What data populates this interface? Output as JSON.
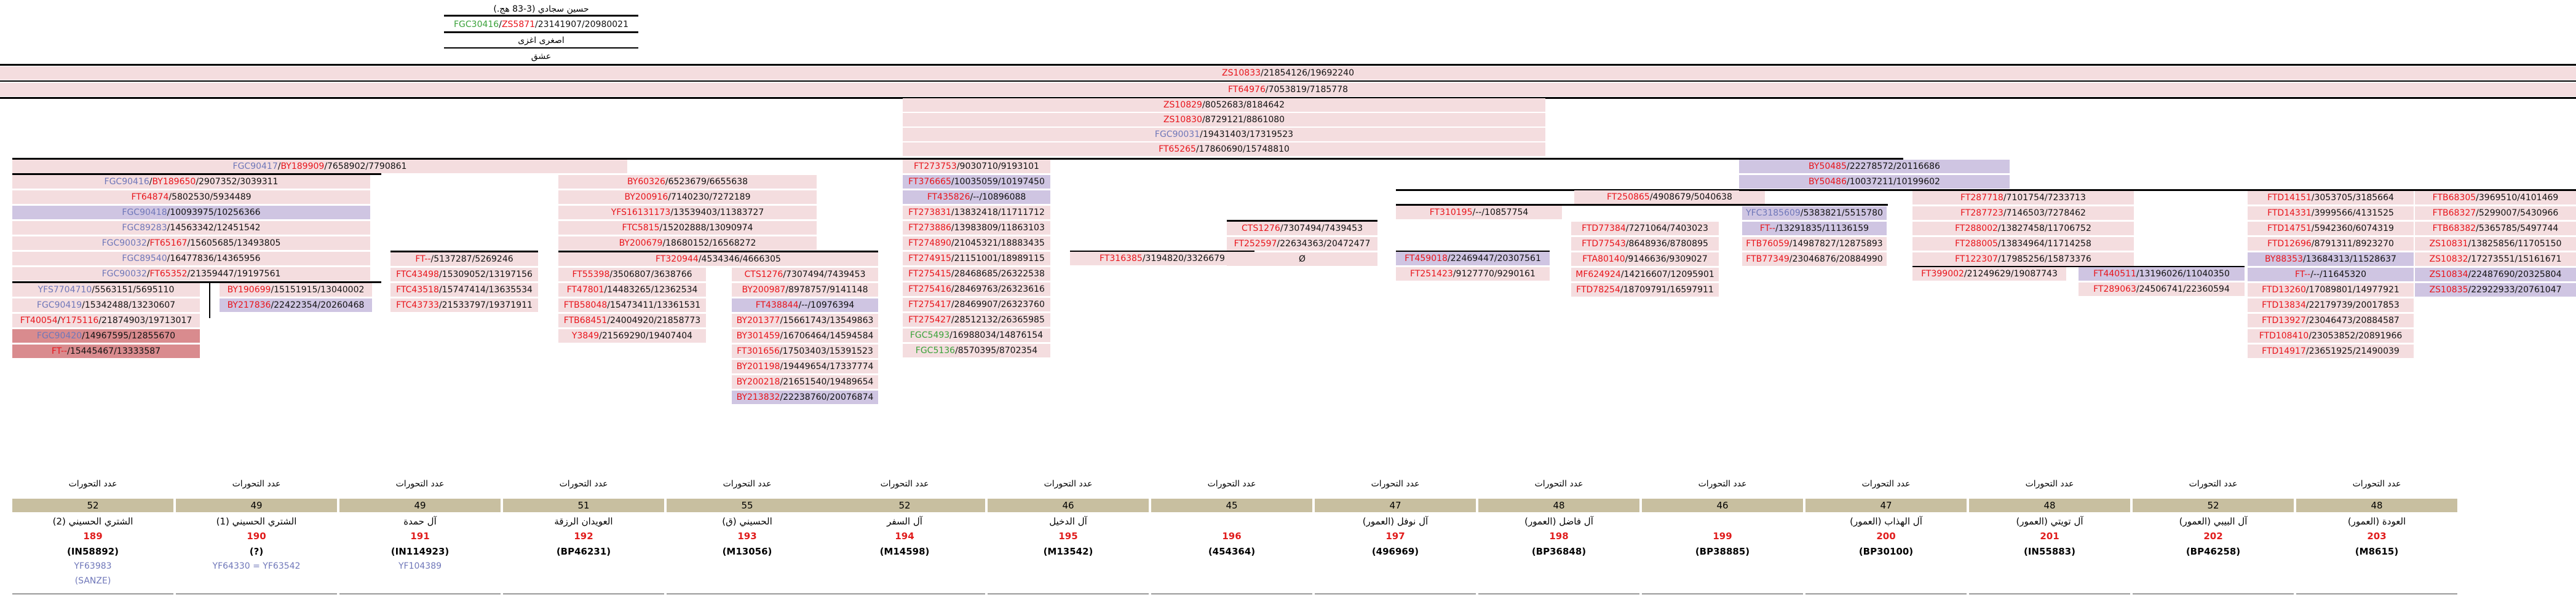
{
  "header": {
    "name": "حسين سجادي (3-83 هج.)",
    "line2": [
      {
        "t": "FGC30416",
        "c": "green"
      },
      {
        "t": "/",
        "c": "black"
      },
      {
        "t": "ZS5871",
        "c": "red"
      },
      {
        "t": "/23141907/20980021",
        "c": "black"
      }
    ],
    "line3": "اصغری اغزی",
    "line4": "عشق",
    "line5": [
      {
        "t": "ZS10833",
        "c": "red"
      },
      {
        "t": "/21854126/19692240",
        "c": "black"
      }
    ],
    "line6": [
      {
        "t": "FT64976",
        "c": "red"
      },
      {
        "t": "/7053819/7185778",
        "c": "black"
      }
    ]
  },
  "center_block": [
    [
      {
        "t": "ZS10829",
        "c": "red"
      },
      {
        "t": "/8052683/8184642",
        "c": "black"
      }
    ],
    [
      {
        "t": "ZS10830",
        "c": "red"
      },
      {
        "t": "/8729121/8861080",
        "c": "black"
      }
    ],
    [
      {
        "t": "FGC90031",
        "c": "blue"
      },
      {
        "t": "/19431403/17319523",
        "c": "black"
      }
    ],
    [
      {
        "t": "FT65265",
        "c": "red"
      },
      {
        "t": "/17860690/15748810",
        "c": "black"
      }
    ]
  ],
  "col1": [
    [
      {
        "t": "FGC90416",
        "c": "blue"
      },
      {
        "t": "/",
        "c": "black"
      },
      {
        "t": "BY189650",
        "c": "red"
      },
      {
        "t": "/2907352/3039311",
        "c": "black"
      }
    ],
    [
      {
        "t": "FT64874",
        "c": "red"
      },
      {
        "t": "/5802530/5934489",
        "c": "black"
      }
    ],
    [
      {
        "t": "FGC90418",
        "c": "blue"
      },
      {
        "t": "/10093975/10256366",
        "c": "black"
      }
    ],
    [
      {
        "t": "FGC89283",
        "c": "blue"
      },
      {
        "t": "/14563342/12451542",
        "c": "black"
      }
    ],
    [
      {
        "t": "FGC90032",
        "c": "blue"
      },
      {
        "t": "/",
        "c": "black"
      },
      {
        "t": "FT65167",
        "c": "red"
      },
      {
        "t": "/15605685/13493805",
        "c": "black"
      }
    ],
    [
      {
        "t": "FGC89540",
        "c": "blue"
      },
      {
        "t": "/16477836/14365956",
        "c": "black"
      }
    ],
    [
      {
        "t": "FGC90032",
        "c": "blue"
      },
      {
        "t": "/",
        "c": "black"
      },
      {
        "t": "FT65352",
        "c": "red"
      },
      {
        "t": "/21359447/19197561",
        "c": "black"
      }
    ]
  ],
  "col1_top": [
    {
      "t": "FGC90417",
      "c": "blue"
    },
    {
      "t": "/",
      "c": "black"
    },
    {
      "t": "BY189909",
      "c": "red"
    },
    {
      "t": "/7658902/7790861",
      "c": "black"
    }
  ],
  "col1a": [
    [
      {
        "t": "YFS7704710",
        "c": "blue"
      },
      {
        "t": "/5563151/5695110",
        "c": "black"
      }
    ],
    [
      {
        "t": "FGC90419",
        "c": "blue"
      },
      {
        "t": "/15342488/13230607",
        "c": "black"
      }
    ],
    [
      {
        "t": "FT40054",
        "c": "red"
      },
      {
        "t": "/",
        "c": "black"
      },
      {
        "t": "Y175116",
        "c": "red"
      },
      {
        "t": "/21874903/19713017",
        "c": "black"
      }
    ],
    [
      {
        "t": "FGC90420",
        "c": "blue"
      },
      {
        "t": "/14967595/12855670",
        "c": "black"
      }
    ],
    [
      {
        "t": "FT--",
        "c": "red"
      },
      {
        "t": "/15445467/13333587",
        "c": "black"
      }
    ]
  ],
  "col1b": [
    [
      {
        "t": "BY190699",
        "c": "red"
      },
      {
        "t": "/15151915/13040002",
        "c": "black"
      }
    ],
    [
      {
        "t": "BY217836",
        "c": "red"
      },
      {
        "t": "/22422354/20260468",
        "c": "black"
      }
    ]
  ],
  "col3": [
    [
      {
        "t": "FT--",
        "c": "red"
      },
      {
        "t": "/5137287/5269246",
        "c": "black"
      }
    ],
    [
      {
        "t": "FTC43498",
        "c": "red"
      },
      {
        "t": "/15309052/13197156",
        "c": "black"
      }
    ],
    [
      {
        "t": "FTC43518",
        "c": "red"
      },
      {
        "t": "/15747414/13635534",
        "c": "black"
      }
    ],
    [
      {
        "t": "FTC43733",
        "c": "red"
      },
      {
        "t": "/21533797/19371911",
        "c": "black"
      }
    ]
  ],
  "col4": [
    [
      {
        "t": "BY60326",
        "c": "red"
      },
      {
        "t": "/6523679/6655638",
        "c": "black"
      }
    ],
    [
      {
        "t": "BY200916",
        "c": "red"
      },
      {
        "t": "/7140230/7272189",
        "c": "black"
      }
    ],
    [
      {
        "t": "YFS16131173",
        "c": "red"
      },
      {
        "t": "/13539403/11383727",
        "c": "black"
      }
    ],
    [
      {
        "t": "FTC5815",
        "c": "red"
      },
      {
        "t": "/15202888/13090974",
        "c": "black"
      }
    ],
    [
      {
        "t": "BY200679",
        "c": "red"
      },
      {
        "t": "/18680152/16568272",
        "c": "black"
      }
    ]
  ],
  "col4_sub": [
    {
      "t": "FT320944",
      "c": "red"
    },
    {
      "t": "/4534346/4666305",
      "c": "black"
    }
  ],
  "col4a": [
    [
      {
        "t": "FT55398",
        "c": "red"
      },
      {
        "t": "/3506807/3638766",
        "c": "black"
      }
    ],
    [
      {
        "t": "FT47801",
        "c": "red"
      },
      {
        "t": "/14483265/12362534",
        "c": "black"
      }
    ],
    [
      {
        "t": "FTB58048",
        "c": "red"
      },
      {
        "t": "/15473411/13361531",
        "c": "black"
      }
    ],
    [
      {
        "t": "FTB68451",
        "c": "red"
      },
      {
        "t": "/24004920/21858773",
        "c": "black"
      }
    ],
    [
      {
        "t": "Y3849",
        "c": "red"
      },
      {
        "t": "/21569290/19407404",
        "c": "black"
      }
    ]
  ],
  "col4b": [
    [
      {
        "t": "CTS1276",
        "c": "red"
      },
      {
        "t": "/7307494/7439453",
        "c": "black"
      }
    ],
    [
      {
        "t": "BY200987",
        "c": "red"
      },
      {
        "t": "/8978757/9141148",
        "c": "black"
      }
    ],
    [
      {
        "t": "FT438844",
        "c": "red"
      },
      {
        "t": "/--/10976394",
        "c": "black"
      }
    ],
    [
      {
        "t": "BY201377",
        "c": "red"
      },
      {
        "t": "/15661743/13549863",
        "c": "black"
      }
    ],
    [
      {
        "t": "BY301459",
        "c": "red"
      },
      {
        "t": "/16706464/14594584",
        "c": "black"
      }
    ],
    [
      {
        "t": "FT301656",
        "c": "red"
      },
      {
        "t": "/17503403/15391523",
        "c": "black"
      }
    ],
    [
      {
        "t": "BY201198",
        "c": "red"
      },
      {
        "t": "/19449654/17337774",
        "c": "black"
      }
    ],
    [
      {
        "t": "BY200218",
        "c": "red"
      },
      {
        "t": "/21651540/19489654",
        "c": "black"
      }
    ],
    [
      {
        "t": "BY213832",
        "c": "red"
      },
      {
        "t": "/22238760/20076874",
        "c": "black"
      }
    ]
  ],
  "col5": [
    [
      {
        "t": "FT273753",
        "c": "red"
      },
      {
        "t": "/9030710/9193101",
        "c": "black"
      }
    ],
    [
      {
        "t": "FT376665",
        "c": "red"
      },
      {
        "t": "/10035059/10197450",
        "c": "black"
      }
    ],
    [
      {
        "t": "FT435826",
        "c": "red"
      },
      {
        "t": "/--/10896088",
        "c": "black"
      }
    ],
    [
      {
        "t": "FT273831",
        "c": "red"
      },
      {
        "t": "/13832418/11711712",
        "c": "black"
      }
    ],
    [
      {
        "t": "FT273886",
        "c": "red"
      },
      {
        "t": "/13983809/11863103",
        "c": "black"
      }
    ],
    [
      {
        "t": "FT274890",
        "c": "red"
      },
      {
        "t": "/21045321/18883435",
        "c": "black"
      }
    ],
    [
      {
        "t": "FT274915",
        "c": "red"
      },
      {
        "t": "/21151001/18989115",
        "c": "black"
      }
    ],
    [
      {
        "t": "FT275415",
        "c": "red"
      },
      {
        "t": "/28468685/26322538",
        "c": "black"
      }
    ],
    [
      {
        "t": "FT275416",
        "c": "red"
      },
      {
        "t": "/28469763/26323616",
        "c": "black"
      }
    ],
    [
      {
        "t": "FT275417",
        "c": "red"
      },
      {
        "t": "/28469907/26323760",
        "c": "black"
      }
    ],
    [
      {
        "t": "FT275427",
        "c": "red"
      },
      {
        "t": "/28512132/26365985",
        "c": "black"
      }
    ],
    [
      {
        "t": "FGC5493",
        "c": "green"
      },
      {
        "t": "/16988034/14876154",
        "c": "black"
      }
    ],
    [
      {
        "t": "FGC5136",
        "c": "green"
      },
      {
        "t": "/8570395/8702354",
        "c": "black"
      }
    ]
  ],
  "col6": [
    {
      "t": "FT316385",
      "c": "red"
    },
    {
      "t": "/3194820/3326679",
      "c": "black"
    }
  ],
  "col7": [
    [
      {
        "t": "CTS1276",
        "c": "red"
      },
      {
        "t": "/7307494/7439453",
        "c": "black"
      }
    ],
    [
      {
        "t": "FT252597",
        "c": "red"
      },
      {
        "t": "/22634363/20472477",
        "c": "black"
      }
    ],
    [
      {
        "t": "Ø",
        "c": "black"
      }
    ]
  ],
  "col8_top": [
    {
      "t": "FT310195",
      "c": "red"
    },
    {
      "t": "/--/10857754",
      "c": "black"
    }
  ],
  "col8": [
    [
      {
        "t": "FT459018",
        "c": "red"
      },
      {
        "t": "/22469447/20307561",
        "c": "black"
      }
    ],
    [
      {
        "t": "FT251423",
        "c": "red"
      },
      {
        "t": "/9127770/9290161",
        "c": "black"
      }
    ]
  ],
  "col9_top": [
    {
      "t": "FT250865",
      "c": "red"
    },
    {
      "t": "/4908679/5040638",
      "c": "black"
    }
  ],
  "col9": [
    [
      {
        "t": "FTD77384",
        "c": "red"
      },
      {
        "t": "/7271064/7403023",
        "c": "black"
      }
    ],
    [
      {
        "t": "FTD77543",
        "c": "red"
      },
      {
        "t": "/8648936/8780895",
        "c": "black"
      }
    ],
    [
      {
        "t": "FTA80140",
        "c": "red"
      },
      {
        "t": "/9146636/9309027",
        "c": "black"
      }
    ],
    [
      {
        "t": "MF624924",
        "c": "red"
      },
      {
        "t": "/14216607/12095901",
        "c": "black"
      }
    ],
    [
      {
        "t": "FTD78254",
        "c": "red"
      },
      {
        "t": "/18709791/16597911",
        "c": "black"
      }
    ]
  ],
  "col10_top": [
    {
      "t": "BY50485",
      "c": "red"
    },
    {
      "t": "/22278572/20116686",
      "c": "black"
    }
  ],
  "col10_top2": [
    {
      "t": "BY50486",
      "c": "red"
    },
    {
      "t": "/10037211/10199602",
      "c": "black"
    }
  ],
  "col10": [
    [
      {
        "t": "YFC3185609",
        "c": "blue"
      },
      {
        "t": "/5383821/5515780",
        "c": "black"
      }
    ],
    [
      {
        "t": "FT--",
        "c": "red"
      },
      {
        "t": "/13291835/11136159",
        "c": "black"
      }
    ],
    [
      {
        "t": "FTB76059",
        "c": "red"
      },
      {
        "t": "/14987827/12875893",
        "c": "black"
      }
    ],
    [
      {
        "t": "FTB77349",
        "c": "red"
      },
      {
        "t": "/23046876/20884990",
        "c": "black"
      }
    ]
  ],
  "col11": [
    [
      {
        "t": "FT287718",
        "c": "red"
      },
      {
        "t": "/7101754/7233713",
        "c": "black"
      }
    ],
    [
      {
        "t": "FT287723",
        "c": "red"
      },
      {
        "t": "/7146503/7278462",
        "c": "black"
      }
    ],
    [
      {
        "t": "FT288002",
        "c": "red"
      },
      {
        "t": "/13827458/11706752",
        "c": "black"
      }
    ],
    [
      {
        "t": "FT288005",
        "c": "red"
      },
      {
        "t": "/13834964/11714258",
        "c": "black"
      }
    ],
    [
      {
        "t": "FT122307",
        "c": "red"
      },
      {
        "t": "/17985256/15873376",
        "c": "black"
      }
    ]
  ],
  "col11a": [
    {
      "t": "FT399002",
      "c": "red"
    },
    {
      "t": "/21249629/19087743",
      "c": "black"
    }
  ],
  "col11b": [
    [
      {
        "t": "FT440511",
        "c": "red"
      },
      {
        "t": "/13196026/11040350",
        "c": "black"
      }
    ],
    [
      {
        "t": "FT289063",
        "c": "red"
      },
      {
        "t": "/24506741/22360594",
        "c": "black"
      }
    ]
  ],
  "col12": [
    [
      {
        "t": "FTD14151",
        "c": "red"
      },
      {
        "t": "/3053705/3185664",
        "c": "black"
      }
    ],
    [
      {
        "t": "FTD14331",
        "c": "red"
      },
      {
        "t": "/3999566/4131525",
        "c": "black"
      }
    ],
    [
      {
        "t": "FTD14751",
        "c": "red"
      },
      {
        "t": "/5942360/6074319",
        "c": "black"
      }
    ],
    [
      {
        "t": "FTD12696",
        "c": "red"
      },
      {
        "t": "/8791311/8923270",
        "c": "black"
      }
    ],
    [
      {
        "t": "BY88353",
        "c": "red"
      },
      {
        "t": "/13684313/11528637",
        "c": "black"
      }
    ],
    [
      {
        "t": "FT--",
        "c": "red"
      },
      {
        "t": "/--/11645320",
        "c": "black"
      }
    ],
    [
      {
        "t": "FTD13260",
        "c": "red"
      },
      {
        "t": "/17089801/14977921",
        "c": "black"
      }
    ],
    [
      {
        "t": "FTD13834",
        "c": "red"
      },
      {
        "t": "/22179739/20017853",
        "c": "black"
      }
    ],
    [
      {
        "t": "FTD13927",
        "c": "red"
      },
      {
        "t": "/23046473/20884587",
        "c": "black"
      }
    ],
    [
      {
        "t": "FTD108410",
        "c": "red"
      },
      {
        "t": "/23053852/20891966",
        "c": "black"
      }
    ],
    [
      {
        "t": "FTD14917",
        "c": "red"
      },
      {
        "t": "/23651925/21490039",
        "c": "black"
      }
    ]
  ],
  "col13": [
    [
      {
        "t": "FTB68305",
        "c": "red"
      },
      {
        "t": "/3969510/4101469",
        "c": "black"
      }
    ],
    [
      {
        "t": "FTB68327",
        "c": "red"
      },
      {
        "t": "/5299007/5430966",
        "c": "black"
      }
    ],
    [
      {
        "t": "FTB68382",
        "c": "red"
      },
      {
        "t": "/5365785/5497744",
        "c": "black"
      }
    ],
    [
      {
        "t": "ZS10831",
        "c": "red"
      },
      {
        "t": "/13825856/11705150",
        "c": "black"
      }
    ],
    [
      {
        "t": "ZS10832",
        "c": "red"
      },
      {
        "t": "/17273551/15161671",
        "c": "black"
      }
    ],
    [
      {
        "t": "ZS10834",
        "c": "red"
      },
      {
        "t": "/22487690/20325804",
        "c": "black"
      }
    ],
    [
      {
        "t": "ZS10835",
        "c": "red"
      },
      {
        "t": "/22922933/20761047",
        "c": "black"
      }
    ]
  ],
  "bottom_title": "عدد التحورات",
  "bottom": [
    {
      "count": "52",
      "label": "الشتري الحسيني (2)",
      "num": "189",
      "code": "(IN58892)",
      "extras": [
        {
          "t": "YF63983",
          "c": "blue"
        },
        {
          "t": "(SANZE)",
          "c": "blue"
        }
      ]
    },
    {
      "count": "49",
      "label": "الشتري الحسيني (1)",
      "num": "190",
      "code": "(?)",
      "extras": [
        {
          "t": "YF64330 = YF63542",
          "c": "blue"
        }
      ]
    },
    {
      "count": "49",
      "label": "آل حمدة",
      "num": "191",
      "code": "(IN114923)",
      "extras": [
        {
          "t": "YF104389",
          "c": "blue"
        }
      ]
    },
    {
      "count": "51",
      "label": "العويدان الرزقة",
      "num": "192",
      "code": "(BP46231)",
      "extras": []
    },
    {
      "count": "55",
      "label": "الحسيني (ق)",
      "num": "193",
      "code": "(M13056)",
      "extras": []
    },
    {
      "count": "52",
      "label": "آل السفر",
      "num": "194",
      "code": "(M14598)",
      "extras": []
    },
    {
      "count": "46",
      "label": "آل الدخيل",
      "num": "195",
      "code": "(M13542)",
      "extras": []
    },
    {
      "count": "45",
      "label": "",
      "num": "196",
      "code": "(454364)",
      "extras": []
    },
    {
      "count": "47",
      "label": "آل نوفل (العمور)",
      "num": "197",
      "code": "(496969)",
      "extras": []
    },
    {
      "count": "48",
      "label": "آل فاضل (العمور)",
      "num": "198",
      "code": "(BP36848)",
      "extras": []
    },
    {
      "count": "46",
      "label": "",
      "num": "199",
      "code": "(BP38885)",
      "extras": []
    },
    {
      "count": "47",
      "label": "آل الهذاب (العمور)",
      "num": "200",
      "code": "(BP30100)",
      "extras": []
    },
    {
      "count": "48",
      "label": "آل تويتي (العمور)",
      "num": "201",
      "code": "(IN55883)",
      "extras": []
    },
    {
      "count": "52",
      "label": "آل البيبي (العمور)",
      "num": "202",
      "code": "(BP46258)",
      "extras": []
    },
    {
      "count": "48",
      "label": "العودة (العمور)",
      "num": "203",
      "code": "(M8615)",
      "extras": []
    }
  ]
}
